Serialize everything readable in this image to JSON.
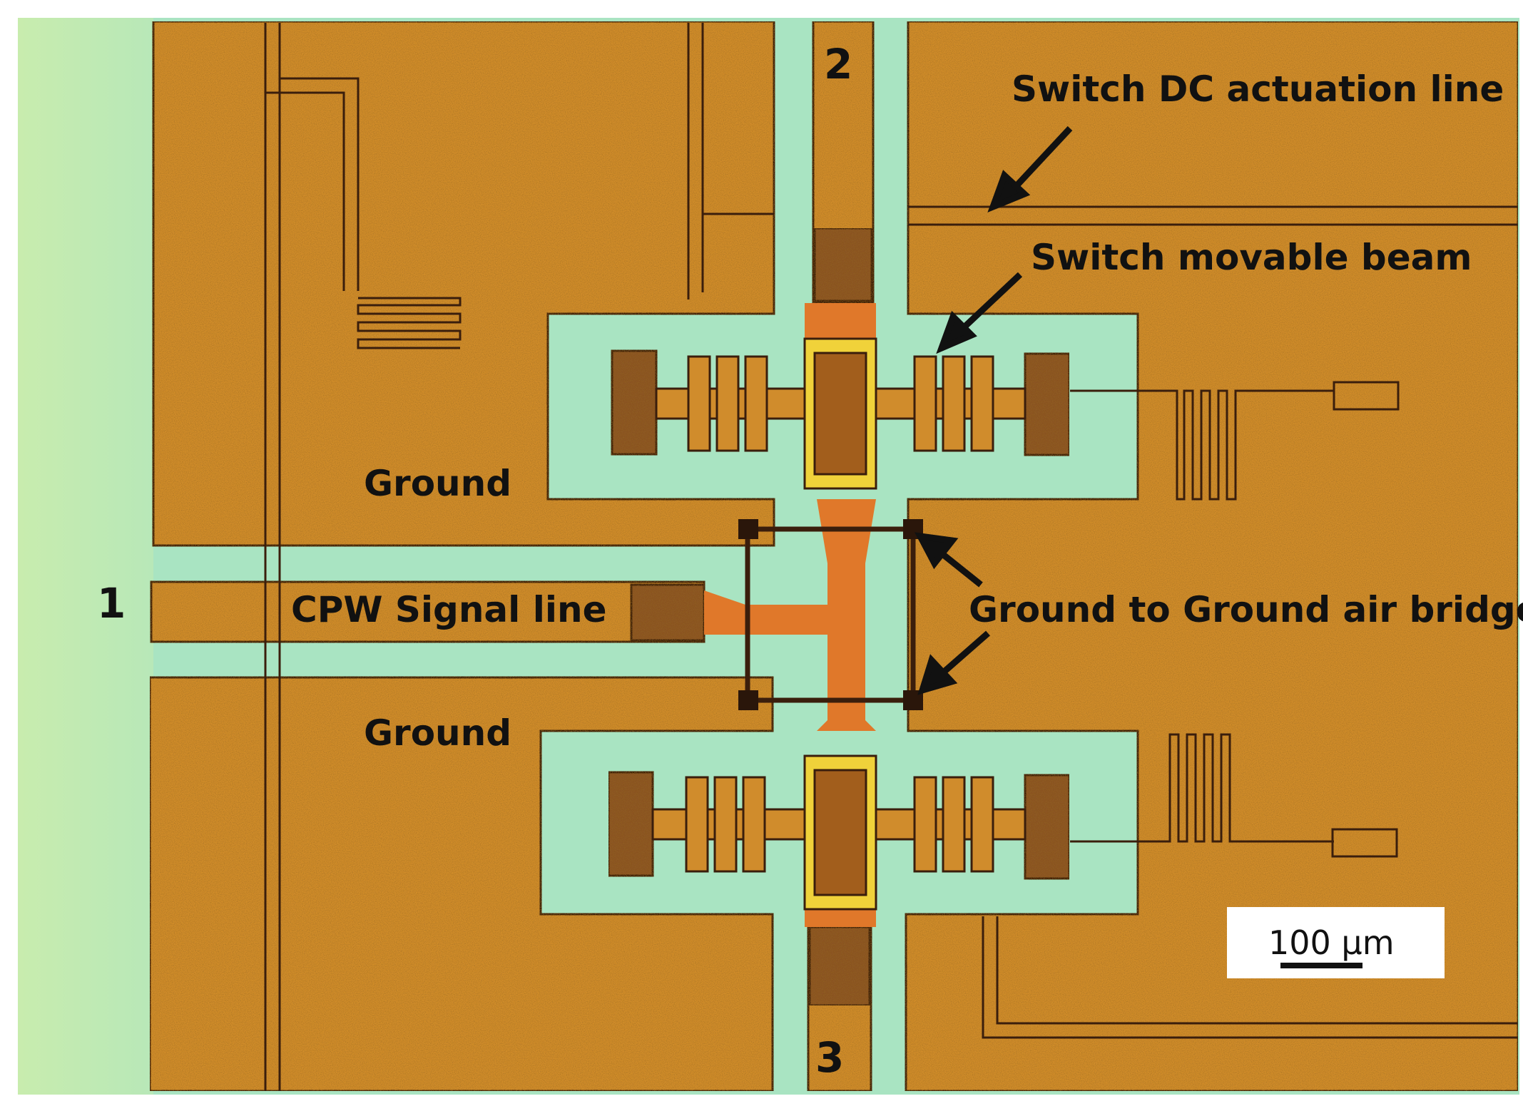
{
  "labels": {
    "port_1": "1",
    "port_2": "2",
    "port_3": "3",
    "ground_top": "Ground",
    "ground_bottom": "Ground",
    "signal_line": "CPW Signal line",
    "dc_line": "Switch DC actuation line",
    "movable_beam": "Switch movable beam",
    "air_bridge": "Ground to Ground air bridge",
    "scale_bar": "100 µm"
  },
  "colors": {
    "metal": "#d08c2c",
    "metal_dark": "#a25e1c",
    "substrate": "#a9e4c2",
    "substrate_edge": "#c4ebb0",
    "signal_orange": "#e0782a",
    "beam_yellow": "#f0d23a",
    "outline": "#3a1e0c",
    "text": "#111111"
  }
}
